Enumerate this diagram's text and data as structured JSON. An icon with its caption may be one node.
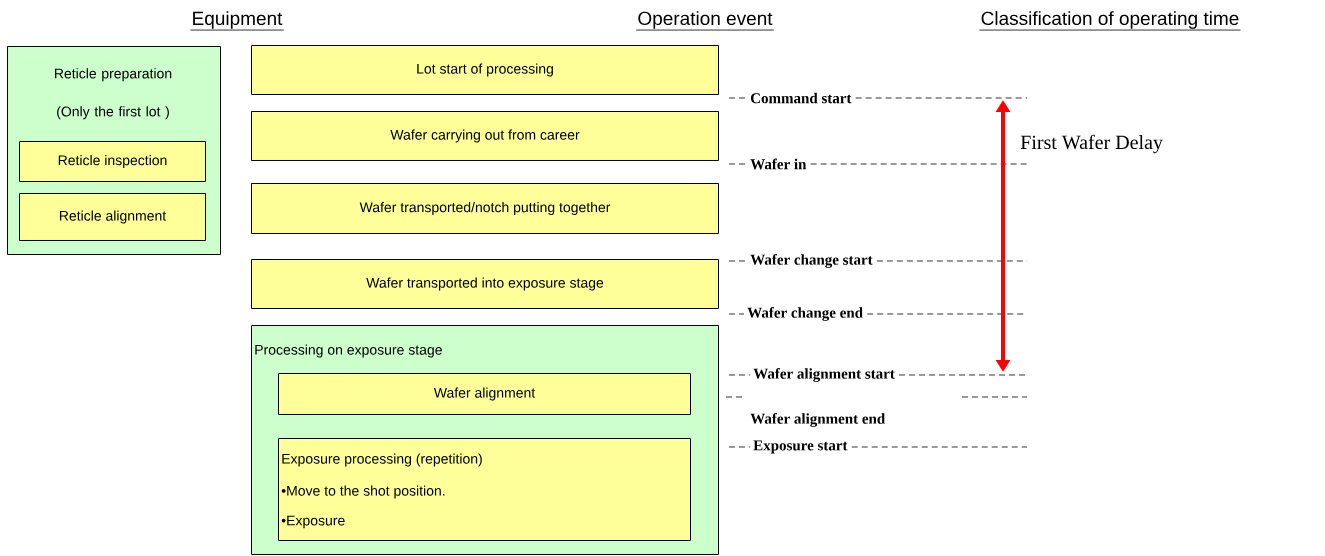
{
  "diagram": {
    "nodes": [
      {
        "text": [
          "Reticle preparation (Only the first lot )"
        ]
      },
      {
        "text": [
          "Reticle inspection"
        ],
        "in": 0
      },
      {
        "text": [
          "Reticle alignment"
        ],
        "in": 0
      },
      {
        "text": [
          "Lot start of processing"
        ]
      },
      {
        "text": [
          "Wafer carrying out from career"
        ]
      },
      {
        "text": [
          "Wafer transported/notch putting together"
        ]
      },
      {
        "text": [
          "Wafer transported into exposure stage"
        ]
      },
      {
        "text": [
          "Processing on exposure stage"
        ]
      },
      {
        "text": [
          "Wafer alignment"
        ],
        "in": 7
      },
      {
        "text": [
          "Exposure processing (repetition)",
          "•Move to the shot position.",
          "•Exposure"
        ],
        "in": 7
      }
    ],
    "labels": [
      "Equipment",
      "Operation event",
      "Classification of operating time",
      "Command start",
      "Wafer in",
      "Wafer change start",
      "Wafer change end",
      "Wafer alignment start",
      "Wafer alignment end",
      "Exposure start",
      "First Wafer Delay"
    ]
  }
}
